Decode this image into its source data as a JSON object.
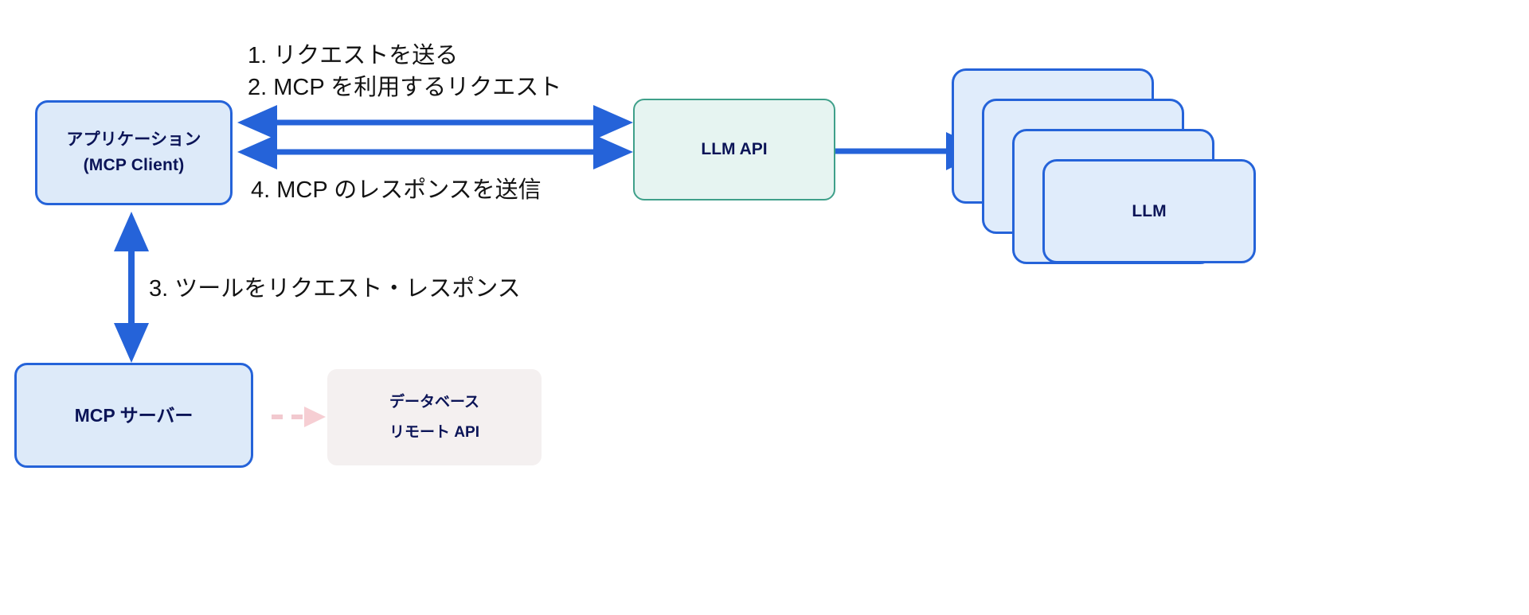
{
  "diagram": {
    "title": "MCP (Model Context Protocol) interaction flow",
    "background": "#ffffff",
    "colors": {
      "arrow_blue": "#2563d9",
      "node_blue_fill": "#ddeaf9",
      "node_blue_border": "#2563d9",
      "llm_api_fill": "#e6f4f1",
      "llm_api_border": "#3fa08a",
      "datastore_fill": "#f4f0f0",
      "dashed_arrow_pink": "#f2c9cf",
      "text_navy": "#0b1457",
      "text_black": "#131313"
    }
  },
  "nodes": {
    "application": {
      "name": "application-mcp-client",
      "line1": "アプリケーション",
      "line2": "(MCP Client)"
    },
    "mcp_server": {
      "name": "mcp-server",
      "label": "MCP サーバー"
    },
    "llm_api": {
      "name": "llm-api",
      "label": "LLM API"
    },
    "datastore": {
      "name": "datastore-remote-api",
      "line1": "データベース",
      "line2": "リモート API"
    },
    "llm_stack": {
      "name": "llm-stack",
      "label": "LLM",
      "card_count": 4
    }
  },
  "edges": {
    "step1": {
      "name": "edge-request-to-llm-api",
      "label": "1. リクエストを送る",
      "from": "application",
      "to": "llm_api",
      "direction": "bidirectional",
      "style": "solid",
      "color": "#2563d9"
    },
    "step2": {
      "name": "edge-mcp-request",
      "label": "2. MCP を利用するリクエスト",
      "from": "application",
      "to": "llm_api",
      "direction": "bidirectional",
      "style": "solid",
      "color": "#2563d9"
    },
    "step3": {
      "name": "edge-tool-request-response",
      "label": "3. ツールをリクエスト・レスポンス",
      "from": "application",
      "to": "mcp_server",
      "direction": "bidirectional",
      "style": "solid",
      "color": "#2563d9"
    },
    "step4": {
      "name": "edge-mcp-response",
      "label": "4. MCP のレスポンスを送信",
      "from": "llm_api",
      "to": "application",
      "direction": "bidirectional",
      "style": "solid",
      "color": "#2563d9"
    },
    "llm_api_to_llm": {
      "name": "edge-llm-api-to-llm",
      "label": "",
      "from": "llm_api",
      "to": "llm_stack",
      "direction": "forward",
      "style": "solid",
      "color": "#2563d9"
    },
    "mcp_server_to_datastore": {
      "name": "edge-mcp-server-to-datastore",
      "label": "",
      "from": "mcp_server",
      "to": "datastore",
      "direction": "forward",
      "style": "dashed",
      "color": "#f2c9cf"
    }
  }
}
